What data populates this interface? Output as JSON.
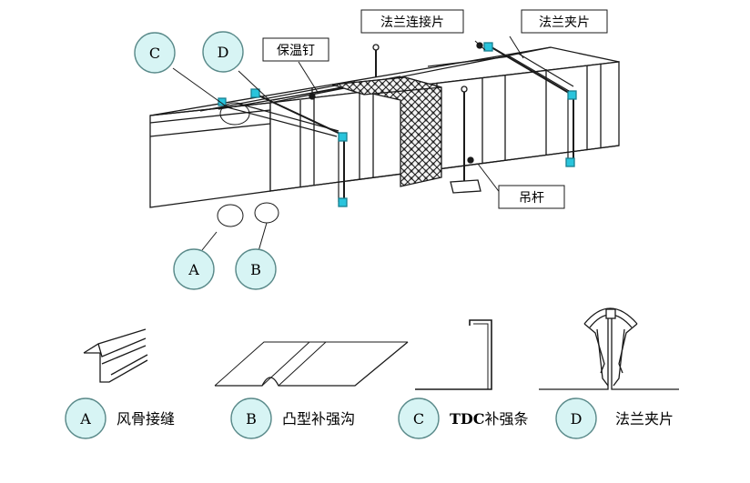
{
  "top_labels": {
    "flange_connector": "法兰连接片",
    "flange_clip": "法兰夹片",
    "insulation_pin": "保温钉",
    "hanger_rod": "吊杆"
  },
  "circle_letters": {
    "a": "A",
    "b": "B",
    "c": "C",
    "d": "D"
  },
  "details": [
    {
      "letter": "A",
      "caption": "风骨接缝"
    },
    {
      "letter": "B",
      "caption": "凸型补强沟"
    },
    {
      "letter": "C",
      "caption_bold": "TDC",
      "caption": "补强条"
    },
    {
      "letter": "D",
      "caption": "法兰夹片"
    }
  ],
  "colors": {
    "circle_fill": "#d7f4f4",
    "circle_stroke": "#5a8a8a",
    "flange_cyan": "#29c4dc",
    "line": "#1a1a1a"
  }
}
